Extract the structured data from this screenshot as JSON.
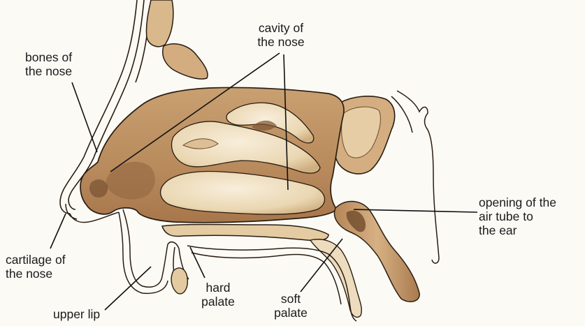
{
  "diagram": {
    "labels": {
      "bones": [
        "bones of",
        "the nose"
      ],
      "cavity": [
        "cavity of",
        "the nose"
      ],
      "opening": [
        "opening of the",
        "air tube to",
        "the ear"
      ],
      "cartilage": [
        "cartilage of",
        "the nose"
      ],
      "upper_lip": [
        "upper lip"
      ],
      "hard_palate": [
        "hard",
        "palate"
      ],
      "soft_palate": [
        "soft",
        "palate"
      ]
    },
    "colors": {
      "tissue": "#c59a6a",
      "tissue_dark": "#9c6f45",
      "tissue_light": "#e9d4ae",
      "cream": "#f3e7cc",
      "outline": "#2a1d12",
      "leader": "#111111"
    }
  }
}
